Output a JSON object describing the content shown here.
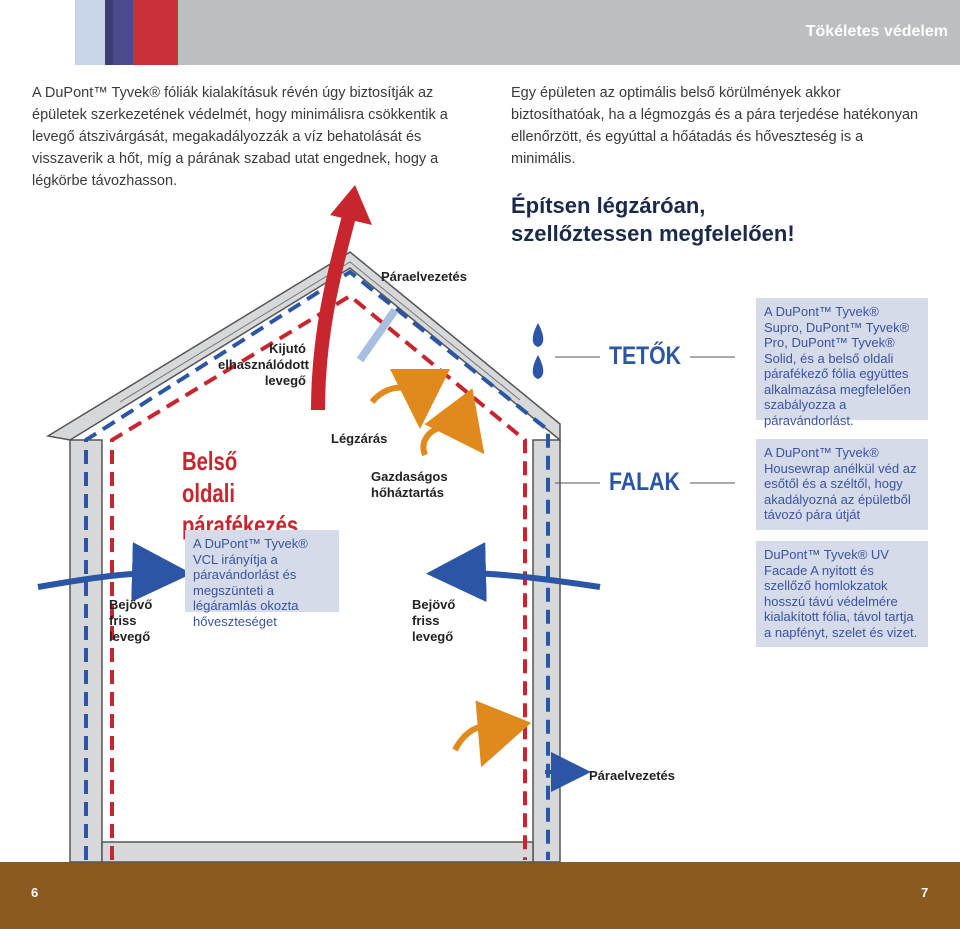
{
  "header": {
    "title": "Tökéletes védelem"
  },
  "intro_left": "A DuPont™ Tyvek® fóliák kialakításuk révén úgy biztosítják az épületek szerkezetének védelmét, hogy minimálisra csökkentik a levegő átszivárgását, megakadályozzák a víz behatolását és visszaverik a hőt, míg a párának szabad utat engednek, hogy a légkörbe távozhasson.",
  "intro_right": "Egy épületen az optimális belső körülmények akkor biztosíthatóak, ha a légmozgás és a pára terjedése hatékonyan ellenőrzött, és egyúttal a hőátadás és hőveszteség is a minimális.",
  "headline": "Építsen légzáróan, szellőztessen megfelelően!",
  "diagram": {
    "label_paraelvezetes_top": "Páraelvezetés",
    "label_kijuto": "Kijutó elhasználódott levegő",
    "label_legzaras": "Légzárás",
    "label_gazdasagos": "Gazdaságos hőháztartás",
    "label_belso": "Belső oldali párafékezés",
    "label_bejovo_left": "Bejövő friss levegő",
    "label_bejovo_right": "Bejövő friss levegő",
    "label_paraelvezetes_bottom": "Páraelvezetés",
    "vcl_box": "A DuPont™ Tyvek® VCL irányítja a páravándorlást és megszünteti a légáramlás okozta hőveszteséget"
  },
  "sections": {
    "tetok": "TETŐK",
    "falak": "FALAK"
  },
  "boxes": {
    "roof": "A DuPont™ Tyvek® Supro, DuPont™ Tyvek® Pro, DuPont™ Tyvek® Solid, és a belső oldali párafékező fólia együttes alkalmazása megfelelően szabályozza a páravándorlást.",
    "housewrap": "A DuPont™ Tyvek® Housewrap anélkül véd az esőtől és a széltől, hogy akadályozná az épületből távozó pára útját",
    "facade": "DuPont™ Tyvek® UV Facade A nyitott és szellőző homlokzatok hosszú távú védelmére kialakított fólia, távol tartja a napfényt, szelet és vizet."
  },
  "footer": {
    "page_left": "6",
    "page_right": "7"
  },
  "colors": {
    "accent_blue": "#2a56a5",
    "accent_red": "#c8262e",
    "ground": "#8b5a1e",
    "wall": "#d7d8da"
  }
}
